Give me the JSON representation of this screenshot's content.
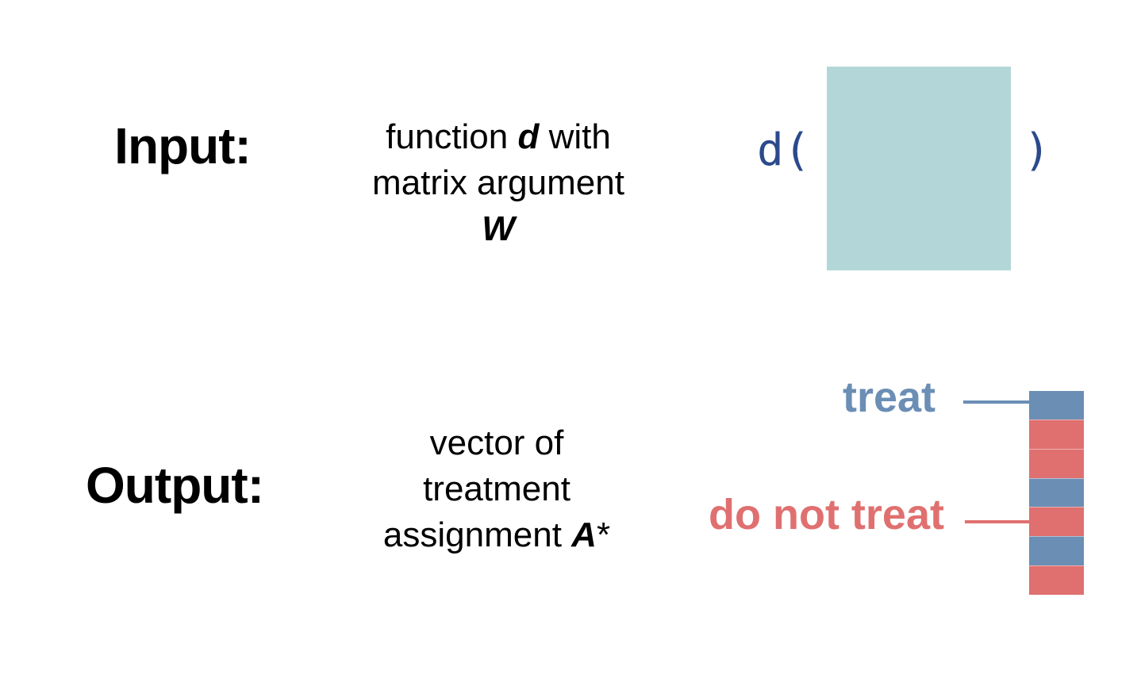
{
  "input": {
    "label": "Input:",
    "desc": {
      "l1_pre": "function ",
      "l1_var": "d",
      "l1_post": " with",
      "l2": "matrix argument",
      "l3_var": "W"
    },
    "function_name": "d(",
    "function_close": ")",
    "matrix_color": "#b3d7d8"
  },
  "output": {
    "label": "Output:",
    "desc": {
      "l1": "vector of",
      "l2": "treatment",
      "l3_pre": "assignment ",
      "l3_var": "A",
      "l3_post": "*"
    },
    "treat_label": "treat",
    "no_treat_label": "do not treat",
    "colors": {
      "treat": "#6b8eb5",
      "no_treat": "#e07070"
    },
    "vector": [
      "treat",
      "no_treat",
      "no_treat",
      "treat",
      "no_treat",
      "treat",
      "no_treat"
    ]
  }
}
